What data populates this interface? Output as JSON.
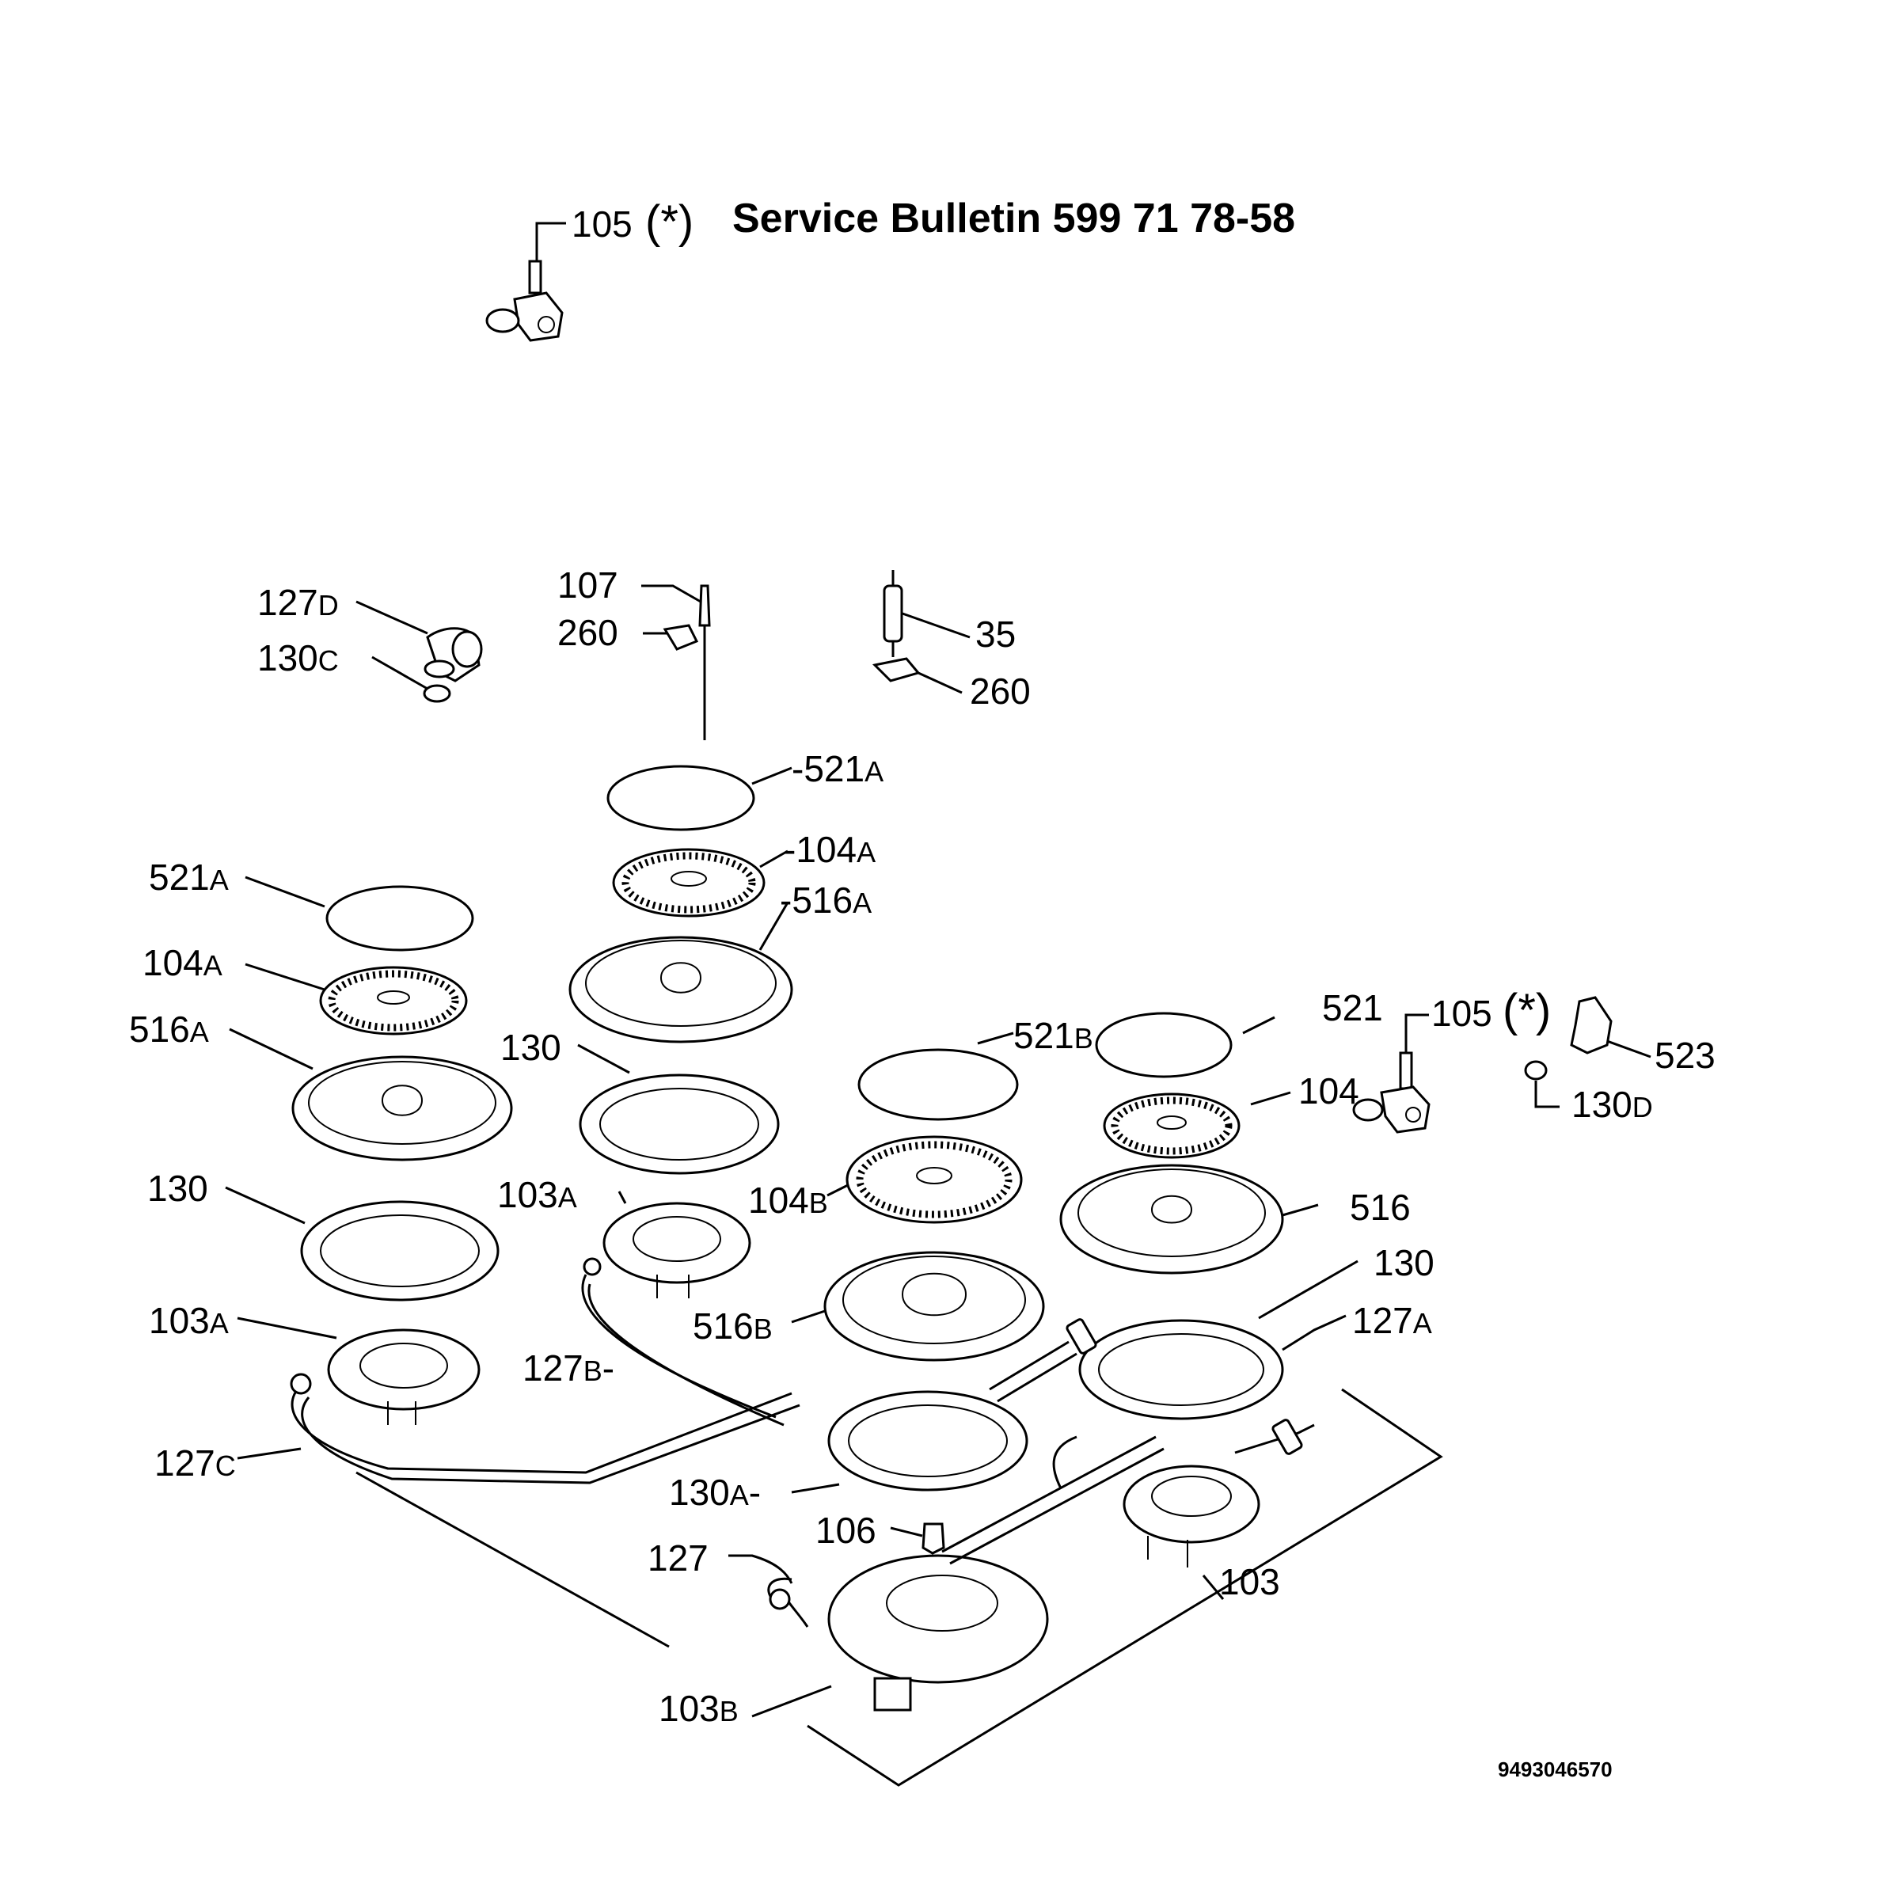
{
  "header": {
    "title": "Service Bulletin 599 71 78-58",
    "star_note": "(*)",
    "ref_part": "105"
  },
  "document_number": "9493046570",
  "labels": {
    "l105_top": "105",
    "l127D": "127",
    "l127D_s": "D",
    "l130C": "130",
    "l130C_s": "C",
    "l107": "107",
    "l260a": "260",
    "l35": "35",
    "l260b": "260",
    "l521A_c": "521",
    "l521A_c_s": "A",
    "l104A_c": "104",
    "l104A_c_s": "A",
    "l516A_c": "516",
    "l516A_c_s": "A",
    "l521A_l": "521",
    "l521A_l_s": "A",
    "l104A_l": "104",
    "l104A_l_s": "A",
    "l516A_l": "516",
    "l516A_l_s": "A",
    "l130_c": "130",
    "l130_l": "130",
    "l103A_c": "103",
    "l103A_c_s": "A",
    "l103A_l": "103",
    "l103A_l_s": "A",
    "l127B": "127",
    "l127B_s": "B",
    "l127C": "127",
    "l127C_s": "C",
    "l521B": "521",
    "l521B_s": "B",
    "l104B": "104",
    "l104B_s": "B",
    "l516B": "516",
    "l516B_s": "B",
    "l130A": "130",
    "l130A_s": "A",
    "l106": "106",
    "l127": "127",
    "l103B": "103",
    "l103B_s": "B",
    "l521": "521",
    "l105_r": "105",
    "l104": "104",
    "l516": "516",
    "l130_r": "130",
    "l127A": "127",
    "l127A_s": "A",
    "l103": "103",
    "l523": "523",
    "l130D": "130",
    "l130D_s": "D"
  }
}
